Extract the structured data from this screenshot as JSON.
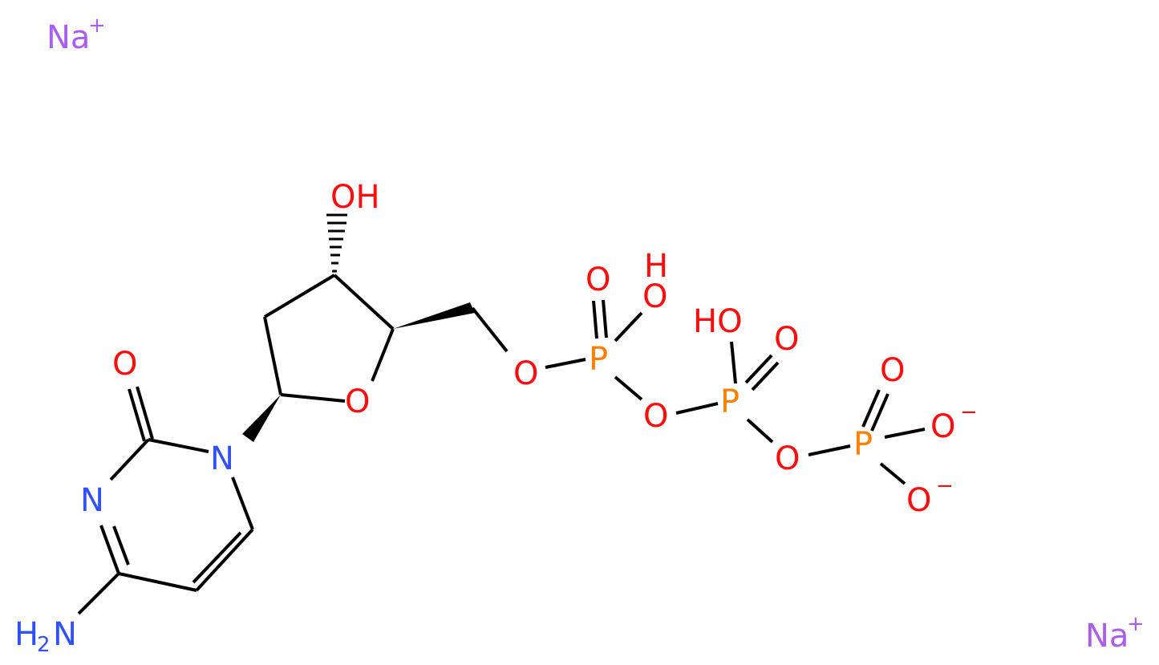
{
  "colors": {
    "bond": "#000000",
    "oxygen": "#ff0d0d",
    "nitrogen": "#3050f8",
    "phosphorus": "#ff8000",
    "sodium": "#ab5cf2"
  },
  "atoms": {
    "na_top": {
      "symbol": "Na",
      "charge": "+"
    },
    "na_bottom": {
      "symbol": "Na",
      "charge": "+"
    },
    "ring_carbonyl_o": {
      "symbol": "O"
    },
    "n1": {
      "symbol": "N"
    },
    "n3": {
      "symbol": "N"
    },
    "amine": {
      "symbol": "H",
      "sub": "2",
      "tail": "N"
    },
    "hydroxyl_3": {
      "symbol": "OH"
    },
    "ring_o": {
      "symbol": "O"
    },
    "o5": {
      "symbol": "O"
    },
    "pa": {
      "symbol": "P"
    },
    "pa_oxo": {
      "symbol": "O"
    },
    "pa_oh": {
      "symbol": "H",
      "tail": "O"
    },
    "o_bridge1": {
      "symbol": "O"
    },
    "pb": {
      "symbol": "P"
    },
    "pb_oh": {
      "symbol": "HO"
    },
    "pb_oxo": {
      "symbol": "O"
    },
    "o_bridge2": {
      "symbol": "O"
    },
    "pg": {
      "symbol": "P"
    },
    "pg_oxo": {
      "symbol": "O"
    },
    "pg_o1": {
      "symbol": "O",
      "charge": "−"
    },
    "pg_o2": {
      "symbol": "O",
      "charge": "−"
    }
  }
}
